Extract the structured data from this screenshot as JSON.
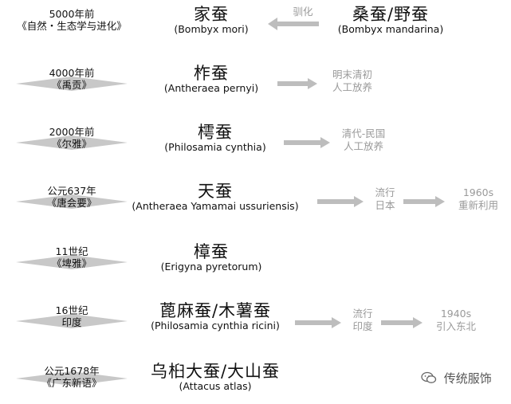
{
  "rows": [
    {
      "era_line1": "5000年前",
      "era_line2": "《自然・生态学与进化》",
      "name_cn": "家蚕",
      "name_latin": "(Bombyx mori)",
      "wild_label": "驯化",
      "wild_cn": "桑蚕/野蚕",
      "wild_latin": "(Bombyx mandarina)"
    },
    {
      "era_line1": "4000年前",
      "era_line2": "《禹贡》",
      "name_cn": "柞蚕",
      "name_latin": "(Antheraea pernyi)",
      "note_line1": "明末清初",
      "note_line2": "人工放养"
    },
    {
      "era_line1": "2000年前",
      "era_line2": "《尔雅》",
      "name_cn": "樗蚕",
      "name_latin": "(Philosamia cynthia)",
      "note_line1": "清代-民国",
      "note_line2": "人工放养"
    },
    {
      "era_line1": "公元637年",
      "era_line2": "《唐会要》",
      "name_cn": "天蚕",
      "name_latin": "(Antheraea Yamamai ussuriensis)",
      "note_line1": "流行",
      "note_line2": "日本",
      "note2_line1": "1960s",
      "note2_line2": "重新利用"
    },
    {
      "era_line1": "11世纪",
      "era_line2": "《埤雅》",
      "name_cn": "樟蚕",
      "name_latin": "(Erigyna pyretorum)"
    },
    {
      "era_line1": "16世纪",
      "era_line2": "印度",
      "name_cn": "蓖麻蚕/木薯蚕",
      "name_latin": "(Philosamia cynthia ricini)",
      "note_line1": "流行",
      "note_line2": "印度",
      "note2_line1": "1940s",
      "note2_line2": "引入东北"
    },
    {
      "era_line1": "公元1678年",
      "era_line2": "《广东新语》",
      "name_cn": "乌桕大蚕/大山蚕",
      "name_latin": "(Attacus atlas)"
    }
  ],
  "watermark": {
    "text": "传统服饰",
    "icon": "wechat-icon"
  },
  "colors": {
    "diamond": "#c8c8c8",
    "arrow": "#bdbdbd",
    "note": "#9a9a9a"
  }
}
